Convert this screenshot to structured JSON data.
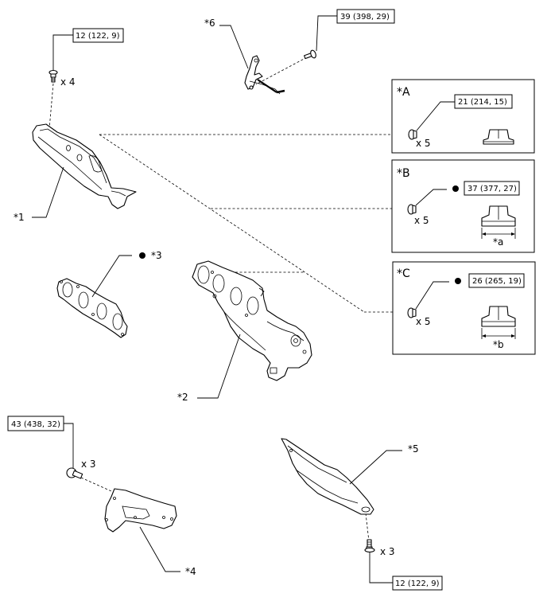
{
  "torque_specs": {
    "heat_insulator_1_bolt": "12 (122, 9)",
    "heat_insulator_5_bolt": "12 (122, 9)",
    "part6_bolt": "39 (398, 29)",
    "bracket_bolt": "43 (438, 32)",
    "nut_a": "21 (214, 15)",
    "nut_b": "37 (377, 27)",
    "nut_c": "26 (265, 19)"
  },
  "callouts": {
    "part1": "*1",
    "part2": "*2",
    "part3": "*3",
    "part4": "*4",
    "part5": "*5",
    "part6": "*6",
    "dim_a": "*a",
    "dim_b": "*b"
  },
  "quantities": {
    "part1_bolts": "x 4",
    "part4_bolts": "x 3",
    "part5_bolts": "x 3",
    "nuts_a": "x 5",
    "nuts_b": "x 5",
    "nuts_c": "x 5"
  },
  "detail_boxes": {
    "a": "*A",
    "b": "*B",
    "c": "*C"
  },
  "symbols": {
    "new_part_icon": "filled-circle"
  }
}
